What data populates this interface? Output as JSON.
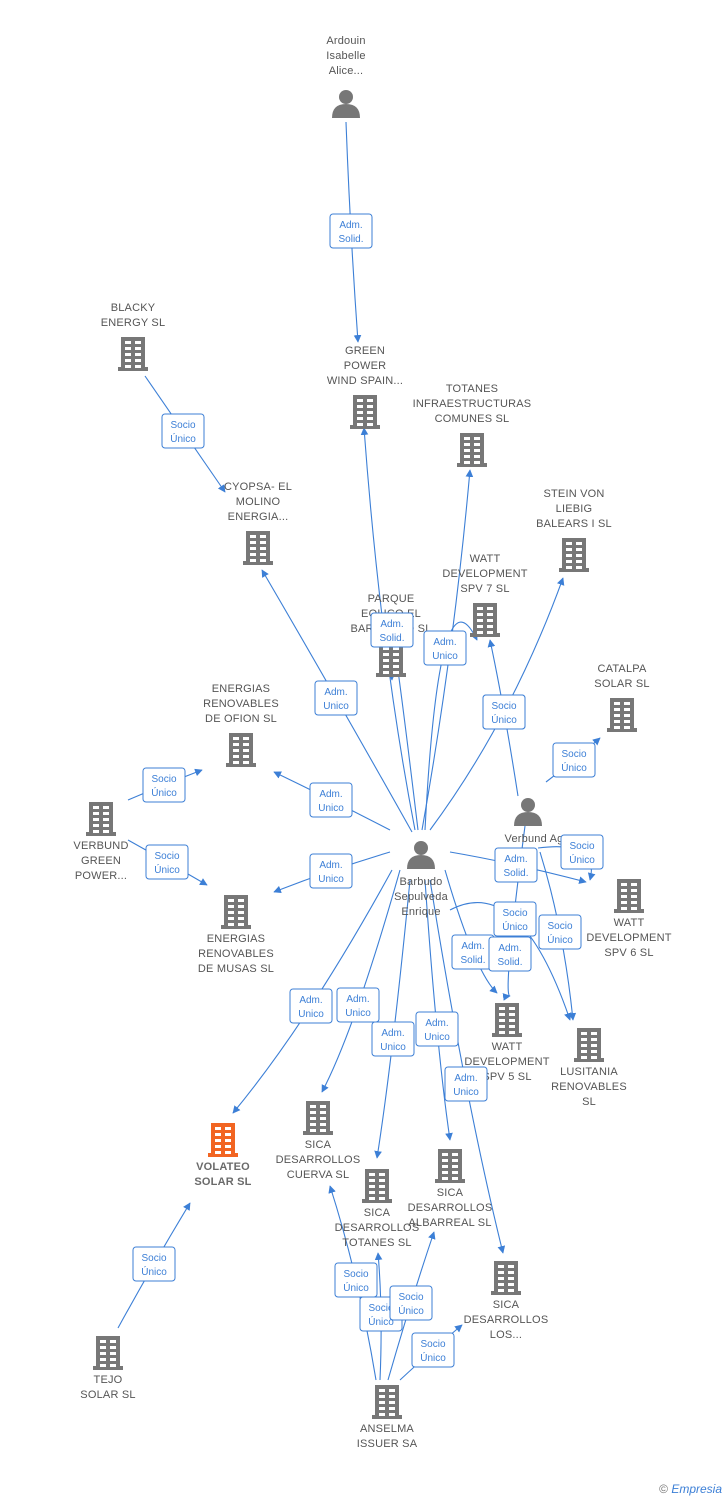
{
  "colors": {
    "edge": "#3c7fd6",
    "icon": "#777777",
    "highlight": "#f26522"
  },
  "nodes": [
    {
      "id": "ardouin",
      "type": "person",
      "lines": [
        "Ardouin",
        "Isabelle",
        "Alice..."
      ]
    },
    {
      "id": "green",
      "type": "company",
      "lines": [
        "GREEN",
        "POWER",
        "WIND SPAIN..."
      ]
    },
    {
      "id": "blacky",
      "type": "company",
      "lines": [
        "BLACKY",
        "ENERGY  SL"
      ]
    },
    {
      "id": "totanesinfra",
      "type": "company",
      "lines": [
        "TOTANES",
        "INFRAESTRUCTURAS",
        "COMUNES  SL"
      ]
    },
    {
      "id": "cyopsa",
      "type": "company",
      "lines": [
        "CYOPSA- EL",
        "MOLINO",
        "ENERGIA..."
      ]
    },
    {
      "id": "stein",
      "type": "company",
      "lines": [
        "STEIN VON",
        "LIEBIG",
        "BALEARS I SL"
      ]
    },
    {
      "id": "watt7",
      "type": "company",
      "lines": [
        "WATT",
        "DEVELOPMENT",
        "SPV 7  SL"
      ]
    },
    {
      "id": "parque",
      "type": "company",
      "lines": [
        "PARQUE",
        "EOLICO EL",
        "BARRANCO SL"
      ]
    },
    {
      "id": "catalpa",
      "type": "company",
      "lines": [
        "CATALPA",
        "SOLAR  SL"
      ]
    },
    {
      "id": "ofion",
      "type": "company",
      "lines": [
        "ENERGIAS",
        "RENOVABLES",
        "DE OFION  SL"
      ]
    },
    {
      "id": "verbundag",
      "type": "person",
      "lines": [
        "Verbund Ag"
      ]
    },
    {
      "id": "verbundgreen",
      "type": "company",
      "lines": [
        "VERBUND",
        "GREEN",
        "POWER..."
      ]
    },
    {
      "id": "barbudo",
      "type": "person",
      "lines": [
        "Barbudo",
        "Sepulveda",
        "Enrique"
      ]
    },
    {
      "id": "watt6",
      "type": "company",
      "lines": [
        "WATT",
        "DEVELOPMENT",
        "SPV 6  SL"
      ]
    },
    {
      "id": "musas",
      "type": "company",
      "lines": [
        "ENERGIAS",
        "RENOVABLES",
        "DE MUSAS  SL"
      ]
    },
    {
      "id": "watt5",
      "type": "company",
      "lines": [
        "WATT",
        "DEVELOPMENT",
        "SPV 5  SL"
      ]
    },
    {
      "id": "lusitania",
      "type": "company",
      "lines": [
        "LUSITANIA",
        "RENOVABLES",
        "SL"
      ]
    },
    {
      "id": "volateo",
      "type": "company",
      "highlight": true,
      "lines": [
        "VOLATEO",
        "SOLAR  SL"
      ]
    },
    {
      "id": "cuerva",
      "type": "company",
      "lines": [
        "SICA",
        "DESARROLLOS",
        "CUERVA SL"
      ]
    },
    {
      "id": "albarreal",
      "type": "company",
      "lines": [
        "SICA",
        "DESARROLLOS",
        "ALBARREAL SL"
      ]
    },
    {
      "id": "sicatotanes",
      "type": "company",
      "lines": [
        "SICA",
        "DESARROLLOS",
        "TOTANES  SL"
      ]
    },
    {
      "id": "sicalos",
      "type": "company",
      "lines": [
        "SICA",
        "DESARROLLOS",
        "LOS..."
      ]
    },
    {
      "id": "tejo",
      "type": "company",
      "lines": [
        "TEJO",
        "SOLAR  SL"
      ]
    },
    {
      "id": "anselma",
      "type": "company",
      "lines": [
        "ANSELMA",
        "ISSUER SA"
      ]
    }
  ],
  "edges": [
    {
      "from": "ardouin",
      "to": "green",
      "label": [
        "Adm.",
        "Solid."
      ]
    },
    {
      "from": "blacky",
      "to": "cyopsa",
      "label": [
        "Socio",
        "Único"
      ]
    },
    {
      "from": "barbudo",
      "to": "cyopsa",
      "label": [
        "Adm.",
        "Unico"
      ]
    },
    {
      "from": "barbudo",
      "to": "green",
      "label": []
    },
    {
      "from": "barbudo",
      "to": "totanesinfra",
      "label": []
    },
    {
      "from": "barbudo",
      "to": "parque",
      "label": [
        "Adm.",
        "Solid."
      ]
    },
    {
      "from": "barbudo",
      "to": "watt7",
      "label": [
        "Adm.",
        "Unico"
      ]
    },
    {
      "from": "barbudo",
      "to": "stein",
      "label": [
        "Adm.",
        "Solid."
      ]
    },
    {
      "from": "verbundag",
      "to": "watt7",
      "label": [
        "Socio",
        "Único"
      ]
    },
    {
      "from": "verbundag",
      "to": "catalpa",
      "label": [
        "Socio",
        "Único"
      ]
    },
    {
      "from": "barbudo",
      "to": "ofion",
      "label": [
        "Adm.",
        "Unico"
      ]
    },
    {
      "from": "verbundgreen",
      "to": "ofion",
      "label": [
        "Socio",
        "Único"
      ]
    },
    {
      "from": "verbundgreen",
      "to": "musas",
      "label": [
        "Socio",
        "Único"
      ]
    },
    {
      "from": "barbudo",
      "to": "musas",
      "label": [
        "Adm.",
        "Unico"
      ]
    },
    {
      "from": "barbudo",
      "to": "watt6",
      "label": [
        "Adm.",
        "Solid."
      ]
    },
    {
      "from": "verbundag",
      "to": "watt6",
      "label": [
        "Socio",
        "Único"
      ]
    },
    {
      "from": "barbudo",
      "to": "watt5",
      "label": [
        "Adm.",
        "Solid."
      ]
    },
    {
      "from": "verbundag",
      "to": "watt5",
      "label": [
        "Adm.",
        "Solid."
      ]
    },
    {
      "from": "verbundag",
      "to": "lusitania",
      "label": [
        "Socio",
        "Único"
      ]
    },
    {
      "from": "barbudo",
      "to": "lusitania",
      "label": [
        "Socio",
        "Único"
      ]
    },
    {
      "from": "barbudo",
      "to": "volateo",
      "label": [
        "Adm.",
        "Unico"
      ]
    },
    {
      "from": "barbudo",
      "to": "cuerva",
      "label": [
        "Adm.",
        "Unico"
      ]
    },
    {
      "from": "barbudo",
      "to": "sicatotanes",
      "label": [
        "Adm.",
        "Unico"
      ]
    },
    {
      "from": "barbudo",
      "to": "albarreal",
      "label": [
        "Adm.",
        "Unico"
      ]
    },
    {
      "from": "barbudo",
      "to": "sicalos",
      "label": [
        "Adm.",
        "Unico"
      ]
    },
    {
      "from": "tejo",
      "to": "volateo",
      "label": [
        "Socio",
        "Único"
      ]
    },
    {
      "from": "anselma",
      "to": "cuerva",
      "label": [
        "Socio",
        "Único"
      ]
    },
    {
      "from": "anselma",
      "to": "sicatotanes",
      "label": [
        "Socio",
        "Único"
      ]
    },
    {
      "from": "anselma",
      "to": "albarreal",
      "label": [
        "Socio",
        "Único"
      ]
    },
    {
      "from": "anselma",
      "to": "sicalos",
      "label": [
        "Socio",
        "Único"
      ]
    }
  ],
  "footer": {
    "copyright": "©",
    "brand": "Empresia"
  }
}
